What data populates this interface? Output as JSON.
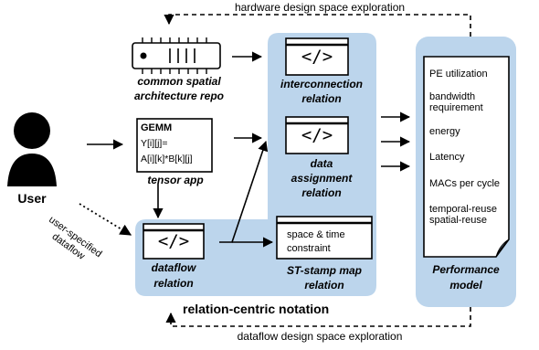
{
  "top_label": "hardware design space exploration",
  "bottom_label": "dataflow design space exploration",
  "notation_label": "relation-centric notation",
  "user": {
    "label": "User"
  },
  "user_dataflow_label": [
    "user-specified",
    "dataflow"
  ],
  "repo": {
    "label": [
      "common spatial",
      "architecture repo"
    ]
  },
  "tensor_app": {
    "label": "tensor app",
    "code": [
      "GEMM",
      "Y[i][j]=",
      "A[i][k]*B[k][j]"
    ]
  },
  "code_glyph": "</>",
  "relations": {
    "interconnection": [
      "interconnection",
      "relation"
    ],
    "data_assignment": [
      "data",
      "assignment",
      "relation"
    ],
    "dataflow": [
      "dataflow",
      "relation"
    ],
    "st_stamp": [
      "ST-stamp map",
      "relation"
    ],
    "st_constraint": [
      "space & time",
      "constraint"
    ]
  },
  "performance": {
    "label": [
      "Performance",
      "model"
    ],
    "metrics": [
      [
        "PE utilization"
      ],
      [
        "bandwidth",
        "requirement"
      ],
      [
        "energy"
      ],
      [
        "Latency"
      ],
      [
        "MACs per cycle"
      ],
      [
        "temporal-reuse",
        "spatial-reuse"
      ]
    ]
  }
}
